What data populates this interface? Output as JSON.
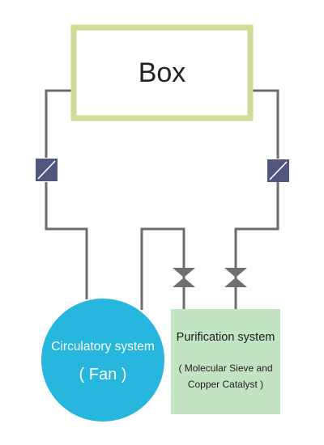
{
  "box": {
    "label": "Box"
  },
  "circulatory": {
    "title": "Circulatory system",
    "subtitle": "( Fan )"
  },
  "purification": {
    "title": "Purification system",
    "subtitle_line1": "( Molecular Sieve and",
    "subtitle_line2": "Copper Catalyst )"
  },
  "colors": {
    "box_border": "#d4da98",
    "pipe": "#6c6c6c",
    "filter": "#52567e",
    "valve": "#707070",
    "fan": "#27b6dd",
    "purifier": "#c2e4c3"
  }
}
